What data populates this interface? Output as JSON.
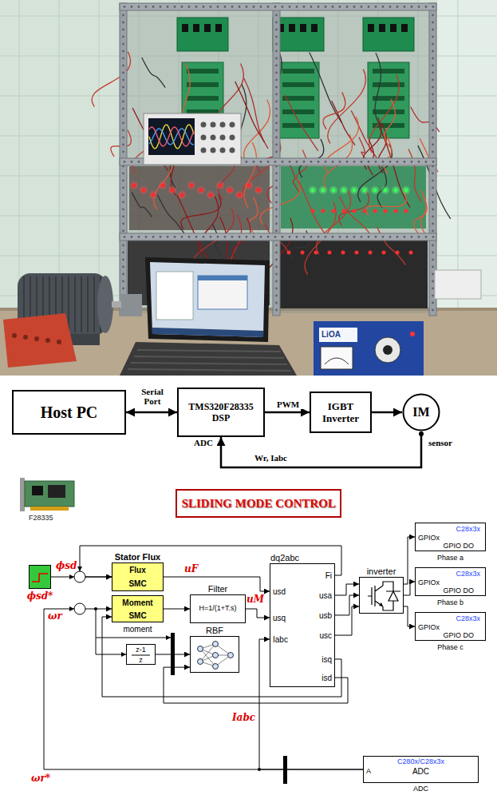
{
  "diagram": {
    "nodes": [
      {
        "text": [
          "Host PC"
        ]
      },
      {
        "text": [
          "TMS320F28335 DSP"
        ]
      },
      {
        "text": [
          "IGBT Inverter"
        ]
      },
      {
        "text": [
          "IM"
        ]
      },
      {
        "text": [
          "SLIDING MODE CONTROL"
        ]
      },
      {
        "text": [
          "ϕsd*"
        ]
      },
      {
        "text": [
          "Stator Flux",
          "Flux",
          "SMC"
        ]
      },
      {
        "text": [
          "Moment",
          "SMC",
          "moment"
        ]
      },
      {
        "text": [
          "Filter",
          "H=1/(1+T.s)"
        ]
      },
      {
        "text": [
          "dq2abc",
          "Fi",
          "usd",
          "usq",
          "Iabc",
          "usa",
          "usb",
          "usc",
          "isq",
          "isd"
        ]
      },
      {
        "text": [
          "inverter"
        ]
      },
      {
        "text": [
          "C28x3x",
          "GPIOx",
          "GPIO DO",
          "Phase a"
        ]
      },
      {
        "text": [
          "C28x3x",
          "GPIOx",
          "GPIO DO",
          "Phase b"
        ]
      },
      {
        "text": [
          "C28x3x",
          "GPIOx",
          "GPIO DO",
          "Phase c"
        ]
      },
      {
        "text": [
          "z-1",
          "z"
        ]
      },
      {
        "text": [
          "RBF"
        ]
      },
      {
        "text": [
          "C280x/C28x3x",
          "A",
          "ADC",
          "ADC"
        ]
      }
    ],
    "edges": [
      {
        "from": 0,
        "to": 1,
        "arrow": "both",
        "label": "Serial Port"
      },
      {
        "from": 1,
        "to": 2,
        "arrow": "to",
        "label": "PWM"
      },
      {
        "from": 2,
        "to": 3,
        "arrow": "to"
      },
      {
        "from": 3,
        "to": 1,
        "arrow": "to",
        "label": "Wr, Iabc"
      },
      {
        "from": 5,
        "to": 6,
        "arrow": "to"
      },
      {
        "from": 9,
        "to": 6,
        "arrow": "to"
      },
      {
        "from": 6,
        "to": 9,
        "arrow": "to",
        "label": "uF"
      },
      {
        "from": 16,
        "to": 7,
        "arrow": "to",
        "label": "ωr*"
      },
      {
        "from": 16,
        "to": 9,
        "arrow": "to",
        "label": "Iabc"
      },
      {
        "from": 9,
        "to": 7,
        "arrow": "to"
      },
      {
        "from": 7,
        "to": 8,
        "arrow": "to"
      },
      {
        "from": 8,
        "to": 9,
        "arrow": "to",
        "label": "uM"
      },
      {
        "from": 9,
        "to": 10,
        "arrow": "to"
      },
      {
        "from": 9,
        "to": 10,
        "arrow": "to"
      },
      {
        "from": 9,
        "to": 10,
        "arrow": "to"
      },
      {
        "from": 10,
        "to": 11,
        "arrow": "to"
      },
      {
        "from": 10,
        "to": 12,
        "arrow": "to"
      },
      {
        "from": 10,
        "to": 13,
        "arrow": "to"
      },
      {
        "from": 14,
        "to": 15,
        "arrow": "to"
      },
      {
        "from": 9,
        "to": 15,
        "arrow": "to"
      }
    ],
    "labels": [
      "LiOA",
      "ADC",
      "sensor",
      "F28335",
      "ϕsd",
      "ωr"
    ]
  }
}
